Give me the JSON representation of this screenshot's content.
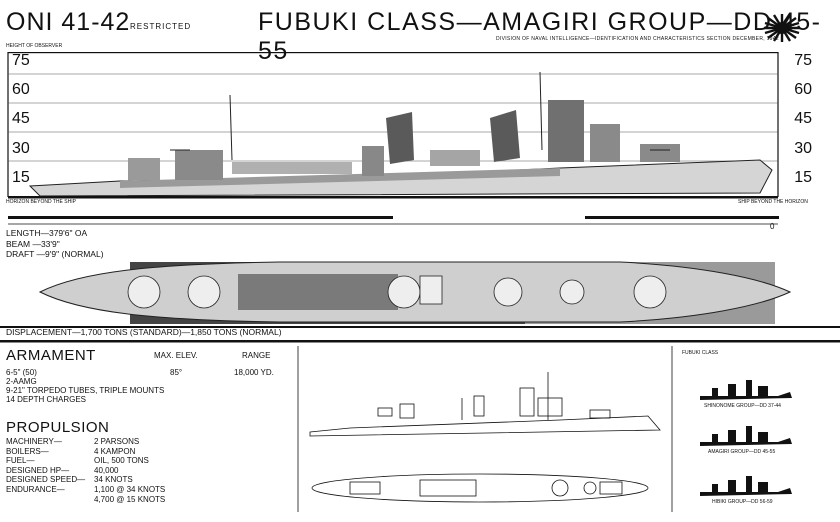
{
  "header": {
    "code": "ONI 41-42",
    "restricted": "RESTRICTED",
    "title": "FUBUKI CLASS—AMAGIRI GROUP—DD 45-55",
    "subtitle": "DIVISION OF NAVAL INTELLIGENCE—IDENTIFICATION AND CHARACTERISTICS SECTION    DECEMBER, 1942",
    "height_of_observer": "HEIGHT OF OBSERVER",
    "flag_icon": "rising-sun-flag-icon"
  },
  "scale": {
    "left": [
      "75",
      "60",
      "45",
      "30",
      "15"
    ],
    "right": [
      "75",
      "60",
      "45",
      "30",
      "15"
    ],
    "horizon_left": "HORIZON BEYOND THE SHIP",
    "horizon_right": "SHIP BEYOND THE HORIZON",
    "zero": "0"
  },
  "dimensions": {
    "length": "LENGTH—379'6\" OA",
    "beam": "BEAM    —33'9\"",
    "draft": "DRAFT   —9'9\" (NORMAL)"
  },
  "displacement": "DISPLACEMENT—1,700 TONS (STANDARD)—1,850 TONS (NORMAL)",
  "armament": {
    "title": "ARMAMENT",
    "col_elev": "MAX. ELEV.",
    "col_range": "RANGE",
    "gun": "6-5\" (50)",
    "gun_elev": "85°",
    "gun_range": "18,000 YD.",
    "items": [
      "2-AAMG",
      "9-21\" TORPEDO TUBES, TRIPLE MOUNTS",
      "14 DEPTH CHARGES"
    ]
  },
  "propulsion": {
    "title": "PROPULSION",
    "rows": [
      {
        "k": "MACHINERY—",
        "v": "2 PARSONS"
      },
      {
        "k": "BOILERS—",
        "v": "4 KAMPON"
      },
      {
        "k": "FUEL—",
        "v": "OIL, 500 TONS"
      },
      {
        "k": "DESIGNED HP—",
        "v": "40,000"
      },
      {
        "k": "DESIGNED SPEED—",
        "v": "34 KNOTS"
      },
      {
        "k": "ENDURANCE—",
        "v": "1,100 @ 34 KNOTS"
      },
      {
        "k": "",
        "v": "4,700 @ 15 KNOTS"
      }
    ]
  },
  "class_panel": {
    "title": "FUBUKI CLASS",
    "groups": [
      "SHINONOME GROUP—DD 37-44",
      "AMAGIRI GROUP—DD 45-55",
      "HIBIKI GROUP—DD 56-59"
    ]
  }
}
